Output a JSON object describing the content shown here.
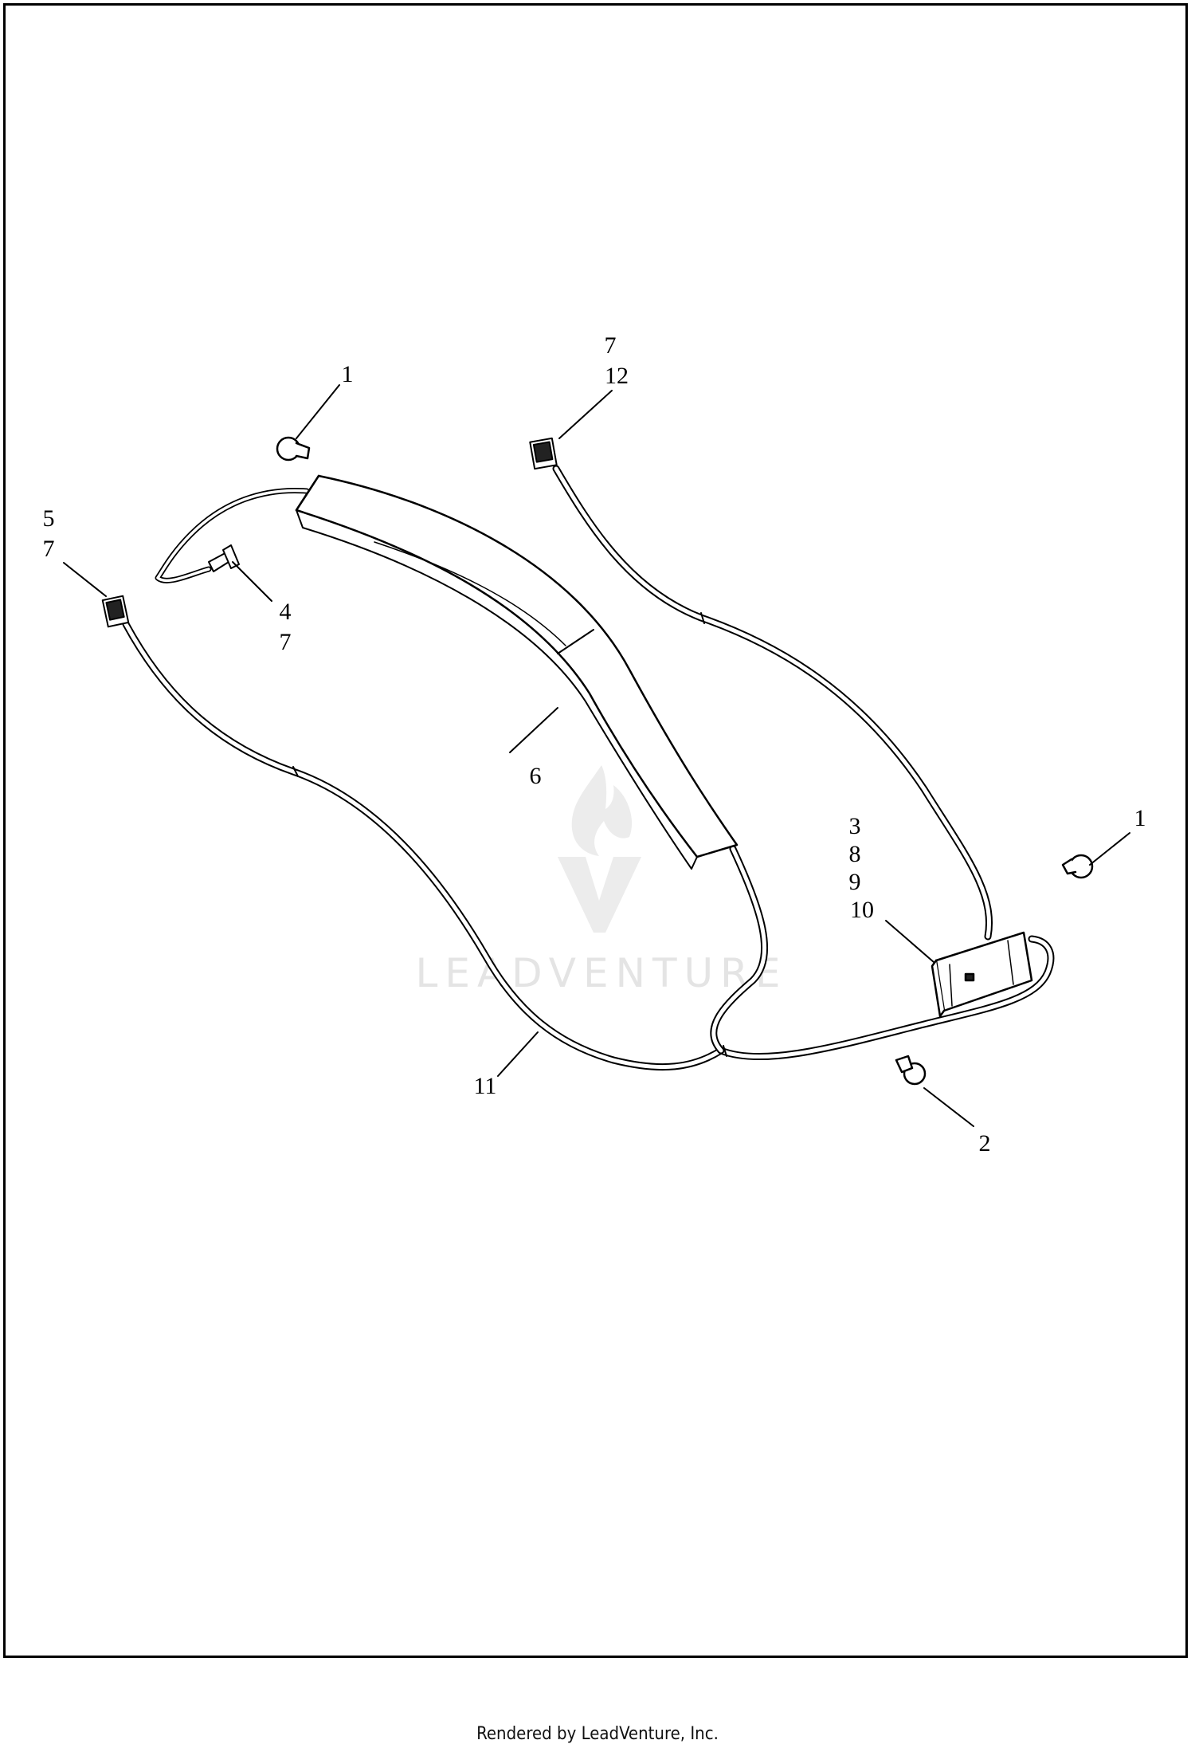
{
  "watermark": {
    "text": "LEADVENTURE"
  },
  "callouts": {
    "c1_top": "1",
    "c7_12_a": "7",
    "c7_12_b": "12",
    "c5_7_a": "5",
    "c5_7_b": "7",
    "c4_7_a": "4",
    "c4_7_b": "7",
    "c6": "6",
    "c3": "3",
    "c8": "8",
    "c9": "9",
    "c10": "10",
    "c1_right": "1",
    "c11": "11",
    "c2": "2"
  },
  "footer": {
    "text": "Rendered by LeadVenture, Inc."
  }
}
